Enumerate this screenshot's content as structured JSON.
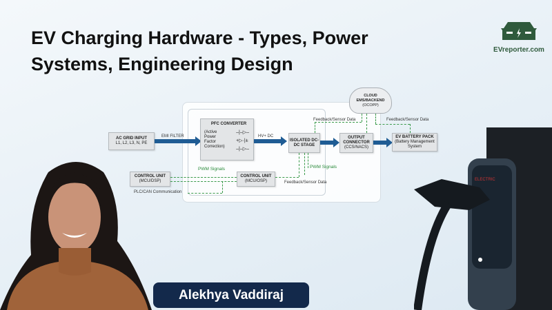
{
  "title_line1": "EV Charging Hardware - Types, Power",
  "title_line2": "Systems, Engineering Design",
  "logo": {
    "text": "EVreporter.com"
  },
  "diagram": {
    "ac_grid": {
      "title": "AC GRID INPUT",
      "sub": "L1, L2, L3, N, PE"
    },
    "emi_filter": "EMI FILTER",
    "pfc": {
      "title": "PFC CONVERTER",
      "sub": "(Active Power Factor Correction)"
    },
    "hv_dc": "HV+ DC",
    "isolated": {
      "title": "ISOLATED DC-DC STAGE"
    },
    "output": {
      "title": "OUTPUT CONNECTOR",
      "sub": "(CCS/NACS)"
    },
    "battery": {
      "title": "EV BATTERY PACK",
      "sub": "(Battery Management System"
    },
    "cloud": {
      "title": "CLOUD EMS/BACKEND",
      "sub": "(OCOPP)"
    },
    "control_left": {
      "title": "CONTROL UNIT",
      "sub": "(MCU/DSP)"
    },
    "control_mid": {
      "title": "CONTROL UNIT",
      "sub": "(MCU/OSP)"
    },
    "pwm_signals_1": "PWM Signals",
    "pwm_signals_2": "PWM Signals",
    "plc_can": "PLC/CAN Communication",
    "feedback_1": "Feedback/Sensor Data",
    "feedback_2": "Feedback/Sensor Data",
    "feedback_3": "Feedback/Sensor Data"
  },
  "charger_label": "ELECTRIC",
  "presenter_name": "Alekhya Vaddiraj"
}
